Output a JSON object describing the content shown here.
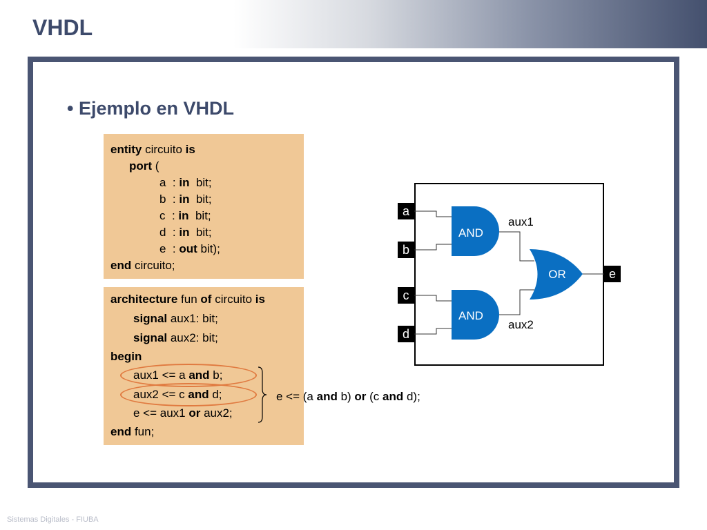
{
  "slide": {
    "title": "VHDL",
    "bullet": "• Ejemplo en VHDL",
    "footer": "Sistemas Digitales - FIUBA"
  },
  "entity_code": {
    "l1": {
      "k1": "entity",
      "t1": " circuito ",
      "k2": "is"
    },
    "l2": {
      "k1": "port",
      "t1": " ("
    },
    "l3": {
      "t1": "a  : ",
      "k1": "in",
      "t2": "  bit;"
    },
    "l4": {
      "t1": "b  : ",
      "k1": "in",
      "t2": "  bit;"
    },
    "l5": {
      "t1": "c  : ",
      "k1": "in",
      "t2": "  bit;"
    },
    "l6": {
      "t1": "d  : ",
      "k1": "in",
      "t2": "  bit;"
    },
    "l7": {
      "t1": "e  : ",
      "k1": "out",
      "t2": " bit);"
    },
    "l8": {
      "k1": "end",
      "t1": " circuito;"
    }
  },
  "arch_code": {
    "l1": {
      "k1": "architecture",
      "t1": " fun ",
      "k2": "of",
      "t2": " circuito ",
      "k3": "is"
    },
    "l2": {
      "k1": "signal",
      "t1": " aux1: bit;"
    },
    "l3": {
      "k1": "signal",
      "t1": " aux2: bit;"
    },
    "l4": {
      "k1": "begin"
    },
    "l5": {
      "t1": "aux1 <= a ",
      "k1": "and",
      "t2": " b;"
    },
    "l6": {
      "t1": "aux2 <= c ",
      "k1": "and",
      "t2": " d;"
    },
    "l7": {
      "t1": "e <= aux1 ",
      "k1": "or",
      "t2": " aux2;"
    },
    "l8": {
      "k1": "end",
      "t1": " fun;"
    }
  },
  "equivalent": {
    "t1": "e <= (a ",
    "k1": "and",
    "t2": " b) ",
    "k2": "or",
    "t3": " (c ",
    "k3": "and",
    "t4": " d);"
  },
  "diagram": {
    "inputs": {
      "a": "a",
      "b": "b",
      "c": "c",
      "d": "d"
    },
    "output": "e",
    "gate_and1": "AND",
    "gate_and2": "AND",
    "gate_or": "OR",
    "signal1": "aux1",
    "signal2": "aux2",
    "gate_color": "#0a6fc2"
  },
  "colors": {
    "title": "#3d4a6b",
    "code_bg": "#f0c896",
    "highlight": "#e07a40"
  }
}
